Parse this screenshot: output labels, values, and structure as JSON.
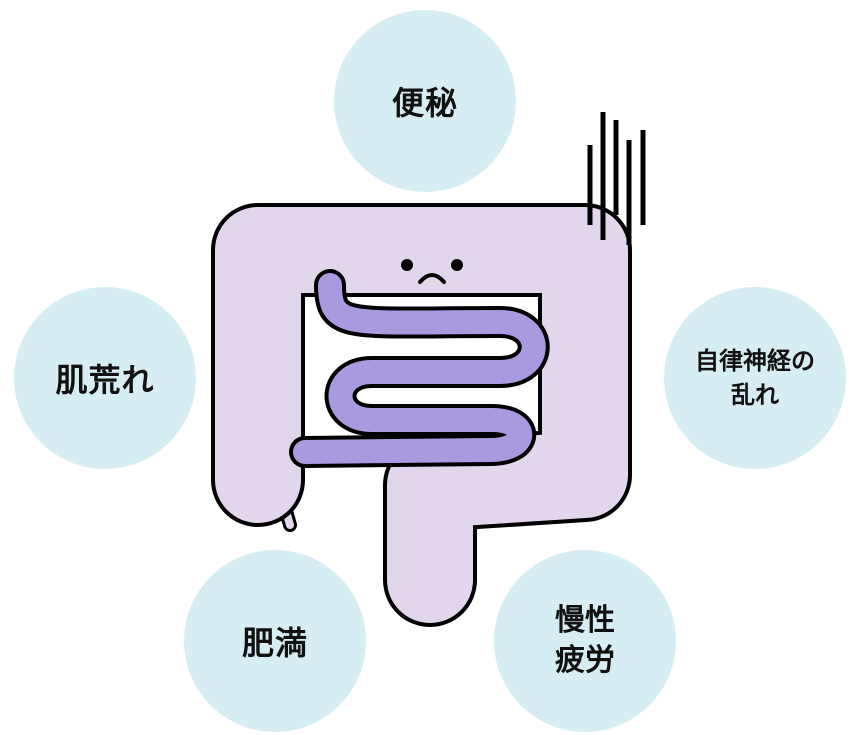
{
  "symptoms": {
    "constipation": "便秘",
    "skin": "肌荒れ",
    "autonomic_line1": "自律神経の",
    "autonomic_line2": "乱れ",
    "obesity": "肥満",
    "fatigue_line1": "慢性",
    "fatigue_line2": "疲労"
  },
  "colors": {
    "circle": "#d6eef3",
    "large_intestine": "#e2d6ec",
    "small_intestine": "#a99ae0"
  }
}
